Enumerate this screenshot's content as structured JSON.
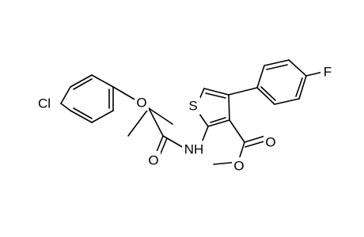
{
  "molecule": {
    "atoms": {
      "cl": "Cl",
      "o_ether": "O",
      "o_amide": "O",
      "nh": "NH",
      "s": "S",
      "f": "F",
      "o_carbonyl": "O",
      "o_ester": "O"
    }
  }
}
